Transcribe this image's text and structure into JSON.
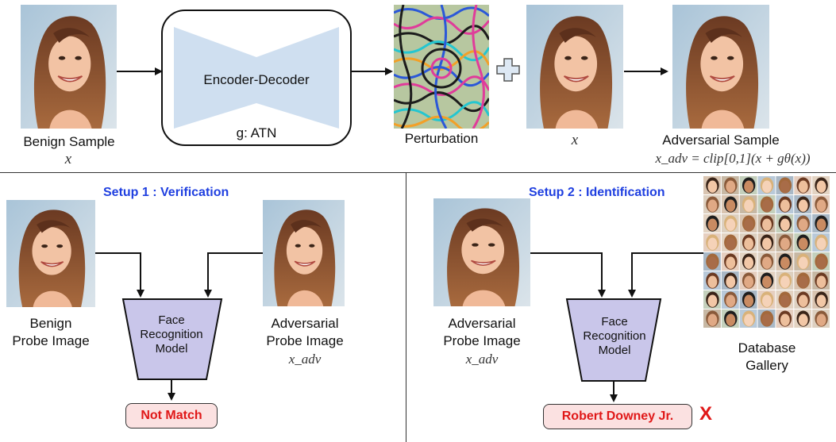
{
  "top": {
    "benign_label": "Benign Sample",
    "benign_var": "x",
    "network_name": "Encoder-Decoder",
    "network_sub": "g: ATN",
    "perturbation_label": "Perturbation",
    "x_var": "x",
    "adv_label": "Adversarial Sample",
    "adv_formula": "x_adv = clip[0,1](x + gθ(x))"
  },
  "setup1": {
    "title": "Setup 1 : Verification",
    "left_label_1": "Benign",
    "left_label_2": "Probe Image",
    "model_1": "Face",
    "model_2": "Recognition",
    "model_3": "Model",
    "right_label_1": "Adversarial",
    "right_label_2": "Probe Image",
    "right_var": "x_adv",
    "result": "Not Match"
  },
  "setup2": {
    "title": "Setup 2 : Identification",
    "left_label_1": "Adversarial",
    "left_label_2": "Probe Image",
    "left_var": "x_adv",
    "model_1": "Face",
    "model_2": "Recognition",
    "model_3": "Model",
    "right_label_1": "Database",
    "right_label_2": "Gallery",
    "result": "Robert Downey Jr.",
    "result_mark": "X"
  },
  "colors": {
    "network_fill": "#cfdff0",
    "model_fill": "#c9c6ea",
    "setup_title": "#1f3fe0",
    "result_text": "#e01818",
    "result_fill": "#fbe1e1"
  }
}
